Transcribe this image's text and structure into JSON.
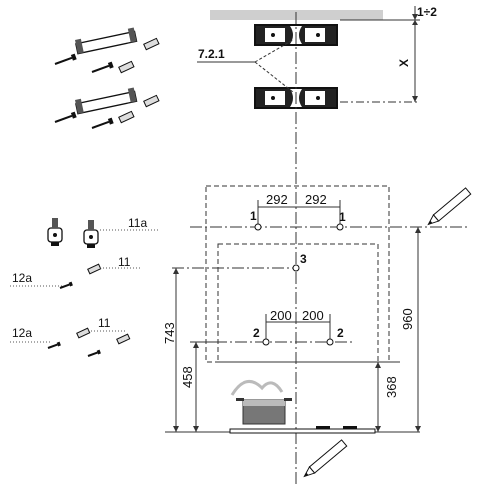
{
  "labels": {
    "ref_7_2_1": "7.2.1",
    "range_1_2": "1÷2",
    "x": "X",
    "d292_left": "292",
    "d292_right": "292",
    "d200_left": "200",
    "d200_right": "200",
    "d743": "743",
    "d458": "458",
    "d960": "960",
    "d368": "368",
    "hole1_left": "1",
    "hole1_right": "1",
    "hole2_left": "2",
    "hole2_right": "2",
    "hole3": "3",
    "p11a": "11a",
    "p11_first": "11",
    "p11_second": "11",
    "p12a_first": "12a",
    "p12a_second": "12a"
  },
  "icons": [
    "bracket-icon",
    "screw-icon",
    "wall-plug-icon",
    "hanger-bracket-icon",
    "pencil-icon",
    "pot-icon",
    "hob-icon"
  ]
}
